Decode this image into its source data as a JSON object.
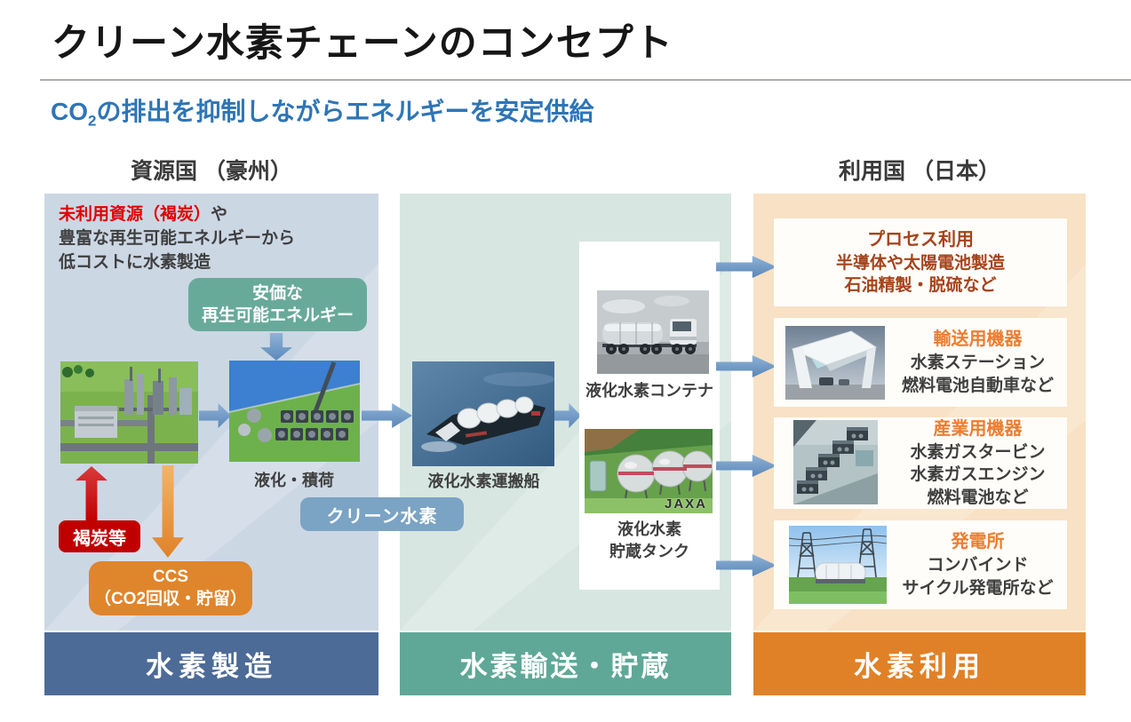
{
  "page": {
    "title": "クリーン水素チェーンのコンセプト",
    "subtitle_prefix": "CO",
    "subtitle_sub": "2",
    "subtitle_rest": "の排出を抑制しながらエネルギーを安定供給"
  },
  "headers": {
    "resource_country": "資源国 （豪州）",
    "user_country": "利用国 （日本）"
  },
  "production": {
    "note_red": "未利用資源（褐炭）",
    "note_suffix": "や",
    "note_line2": "豊富な再生可能エネルギーから",
    "note_line3": "低コストに水素製造",
    "renewable_line1": "安価な",
    "renewable_line2": "再生可能エネルギー",
    "coal_label": "褐炭等",
    "ccs_line1": "CCS",
    "ccs_line2": "（CO2回収・貯留）",
    "liquefaction_caption": "液化・積荷",
    "footer": "水素製造"
  },
  "transport": {
    "ship_caption": "液化水素運搬船",
    "clean_hydrogen_label": "クリーン水素",
    "container_caption": "液化水素コンテナ",
    "tank_caption_line1": "液化水素",
    "tank_caption_line2": "貯蔵タンク",
    "tank_watermark": "JAXA",
    "footer": "水素輸送・貯蔵"
  },
  "usage": {
    "boxes": [
      {
        "title": "プロセス利用",
        "line1": "半導体や太陽電池製造",
        "line2": "石油精製・脱硫など"
      },
      {
        "title": "輸送用機器",
        "line1": "水素ステーション",
        "line2": "燃料電池自動車など"
      },
      {
        "title": "産業用機器",
        "line1": "水素ガスタービン",
        "line2": "水素ガスエンジン",
        "line3": "燃料電池など"
      },
      {
        "title": "発電所",
        "line1": "コンバインド",
        "line2": "サイクル発電所など"
      }
    ],
    "footer": "水素利用"
  },
  "colors": {
    "subtitle_blue": "#2e75b6",
    "panel_production": "#ccd7e4",
    "panel_transport": "#d7e6e1",
    "panel_usage": "#f8e1c4",
    "bar_production": "#4d6b97",
    "bar_transport": "#5fa897",
    "bar_usage": "#e08127",
    "arrow_blue": "#5c88bb",
    "coal_red": "#c00000",
    "ccs_orange": "#df852c",
    "renewable_teal": "#68aa9a",
    "clean_hydrogen_blue": "#7ba3c4",
    "usage_title_orange": "#ed7d31",
    "process_box_text": "#a5431b",
    "note_red": "#e10000"
  }
}
